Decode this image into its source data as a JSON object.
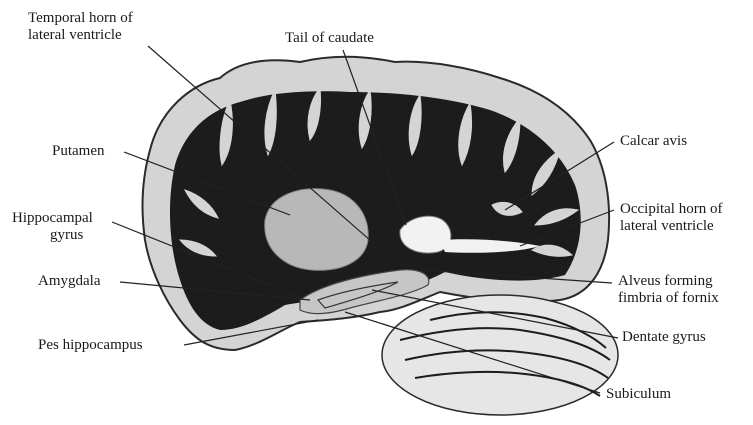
{
  "figure": {
    "labels": {
      "temporal_horn": [
        "Temporal horn of",
        "lateral ventricle"
      ],
      "tail_of_caudate": "Tail of caudate",
      "putamen": "Putamen",
      "hippocampal_gyrus": [
        "Hippocampal",
        "gyrus"
      ],
      "amygdala": "Amygdala",
      "pes_hippocampus": "Pes hippocampus",
      "calcar_avis": "Calcar avis",
      "occipital_horn": [
        "Occipital horn of",
        "lateral ventricle"
      ],
      "alveus": [
        "Alveus forming",
        "fimbria of fornix"
      ],
      "dentate_gyrus": "Dentate gyrus",
      "subiculum": "Subiculum"
    },
    "colors": {
      "white_matter": "#1c1c1c",
      "gray_matter": "#d4d4d4",
      "background": "#ffffff",
      "leader_line": "#222222"
    }
  }
}
